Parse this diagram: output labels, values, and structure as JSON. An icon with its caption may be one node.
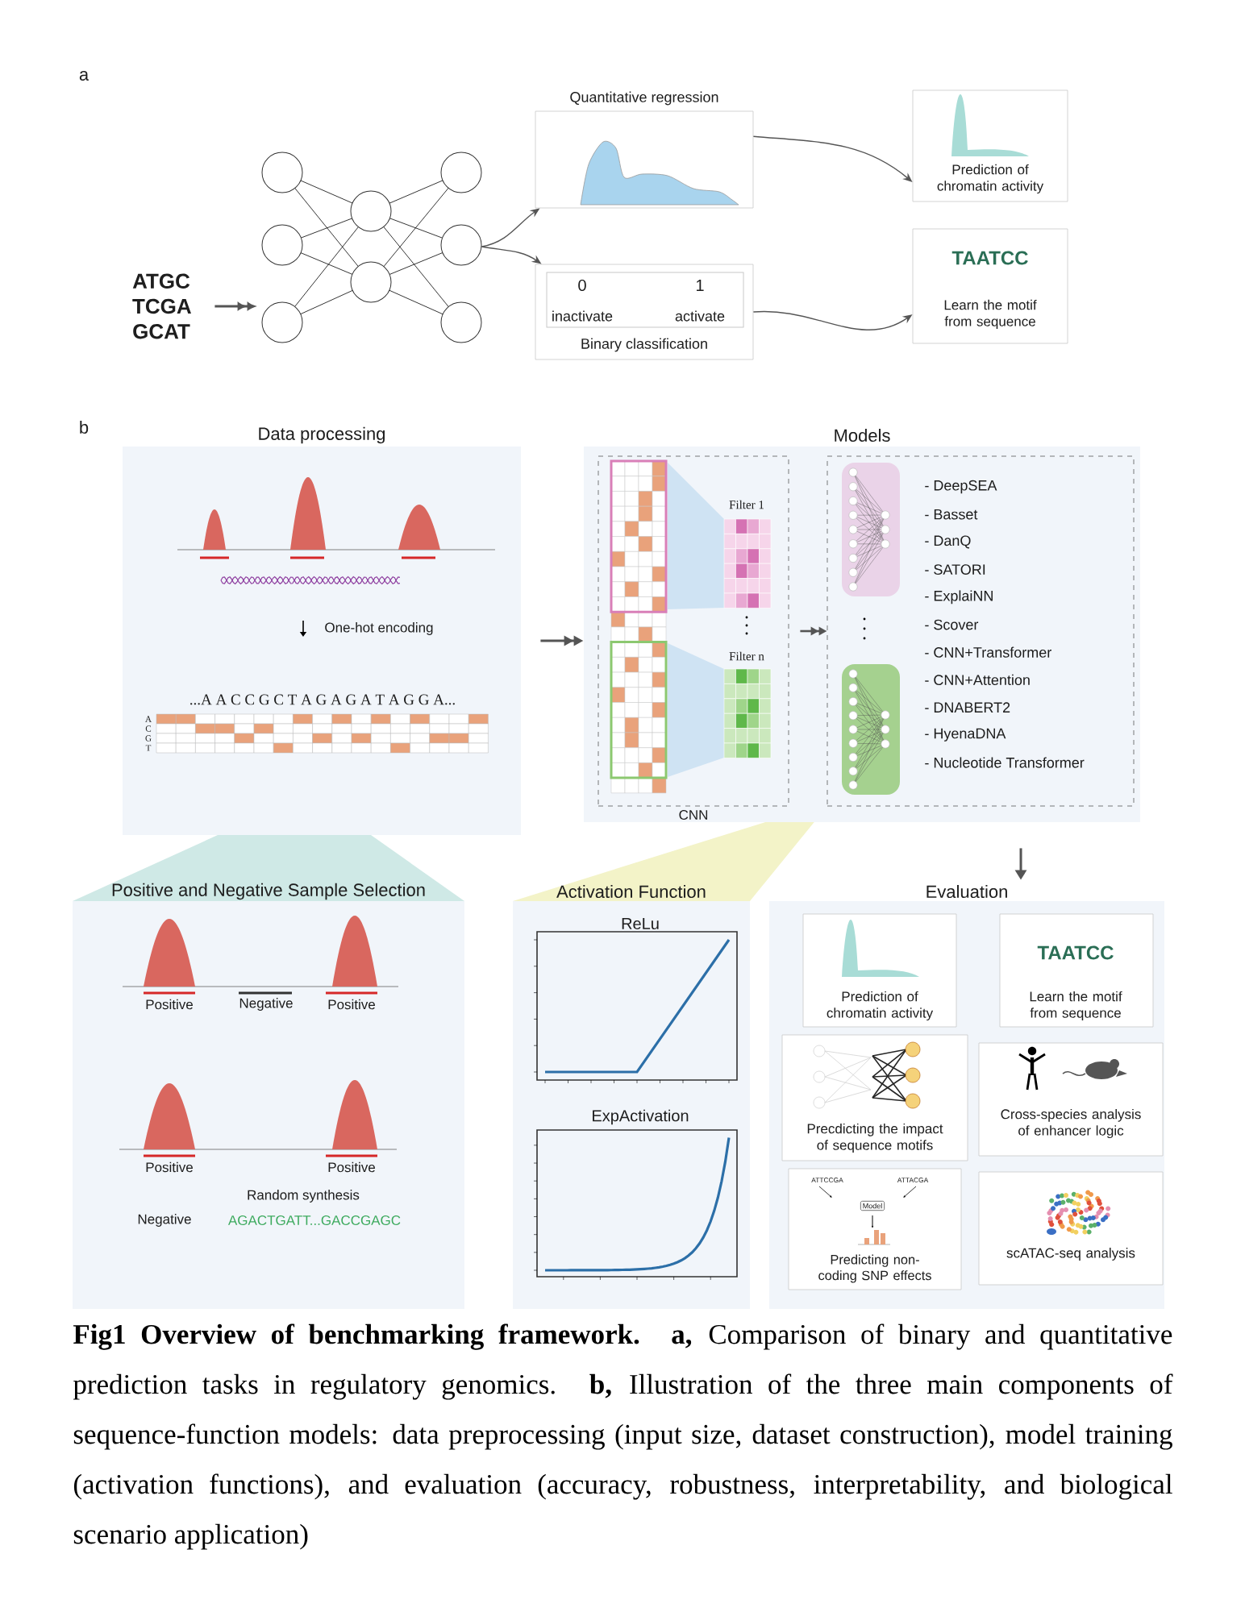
{
  "diagram": {
    "caption": "**Fig1 Overview of benchmarking framework. a,** Comparison of binary and quantitative prediction tasks in regulatory genomics. **b,** Illustration of the three main components of sequence-function models: data preprocessing (input size, dataset construction), model training (activation functions), and evaluation (accuracy, robustness, interpretability, and biological scenario application)",
    "nodes": [
      {
        "text": [
          "ATGC TCGA GCAT"
        ]
      },
      {
        "text": [],
        "shape": "picture"
      },
      {
        "text": [
          "Quantitative regression"
        ]
      },
      {
        "text": [
          "0",
          "1",
          "inactivate",
          "activate",
          "Binary classification"
        ]
      },
      {
        "text": [
          "Prediction of chromatin activity"
        ]
      },
      {
        "text": [
          "TAATCC",
          "Learn the motif from sequence"
        ]
      },
      {
        "text": [
          "Data processing",
          "One-hot encoding",
          "...A A C C G C T A G A G A T A G G A...",
          "A",
          "C",
          "G",
          "T"
        ]
      },
      {
        "text": [
          "Models"
        ]
      },
      {
        "text": [
          "CNN",
          "Filter 1",
          "Filter n"
        ],
        "in": 7
      },
      {
        "text": [
          "- DeepSEA",
          "- Basset",
          "- DanQ",
          "- SATORI",
          "- ExplaiNN",
          "- Scover",
          "- CNN+Transformer",
          "- CNN+Attention",
          "- DNABERT2",
          "- HyenaDNA",
          "- Nucleotide Transformer"
        ],
        "in": 7
      },
      {
        "text": [
          "Positive and Negative Sample Selection",
          "Positive",
          "Negative",
          "Positive",
          "Positive",
          "Positive",
          "Random synthesis",
          "Negative",
          "AGACTGATT...GACCGAGC"
        ]
      },
      {
        "text": [
          "Activation Function",
          "ReLu",
          "ExpActivation"
        ]
      },
      {
        "text": [
          "Evaluation"
        ]
      },
      {
        "text": [
          "Prediction of chromatin activity"
        ],
        "in": 12
      },
      {
        "text": [
          "TAATCC",
          "Learn the motif from sequence"
        ],
        "in": 12
      },
      {
        "text": [
          "Precdicting the impact of sequence motifs"
        ],
        "in": 12
      },
      {
        "text": [
          "Cross-species analysis of enhancer logic"
        ],
        "in": 12
      },
      {
        "text": [
          "ATTCCGA",
          "ATTACGA",
          "Model",
          "Predicting non-coding SNP effects"
        ],
        "in": 12
      },
      {
        "text": [
          "scATAC-seq analysis"
        ],
        "in": 12
      }
    ],
    "edges": [
      {
        "from": 0,
        "to": 1,
        "arrow": "to"
      },
      {
        "from": 1,
        "to": 2,
        "arrow": "to"
      },
      {
        "from": 1,
        "to": 3,
        "arrow": "to"
      },
      {
        "from": 2,
        "to": 4,
        "arrow": "to"
      },
      {
        "from": 3,
        "to": 5,
        "arrow": "to"
      },
      {
        "from": 6,
        "to": 7,
        "arrow": "to"
      },
      {
        "from": 8,
        "to": 9,
        "arrow": "to"
      },
      {
        "from": 7,
        "to": 12,
        "arrow": "to"
      }
    ],
    "labels": [
      "a",
      "b"
    ]
  }
}
